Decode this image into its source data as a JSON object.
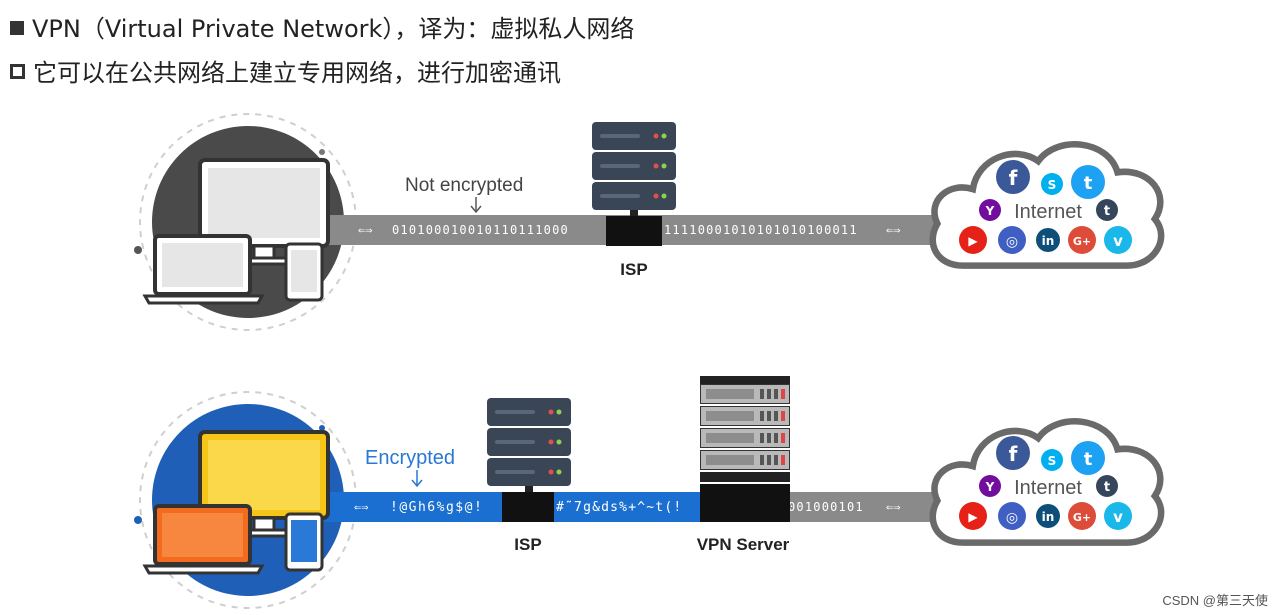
{
  "header": {
    "line1": {
      "bullet": "filled-square",
      "text": "VPN（Virtual Private Network），译为：虚拟私人网络"
    },
    "line2": {
      "bullet": "hollow-square",
      "text": "它可以在公共网络上建立专用网络，进行加密通讯"
    }
  },
  "top_row": {
    "tunnel_label": "Not encrypted",
    "left_arrow": "⇐⇒",
    "bits_left": "010100010010110111000",
    "bits_right": "11110001010101010100011",
    "right_arrow": "⇐⇒",
    "isp_label": "ISP",
    "cloud_label": "Internet"
  },
  "bottom_row": {
    "tunnel_label": "Encrypted",
    "left_arrow": "⇐⇒",
    "cipher_left": "!@Gh6%g$@!",
    "cipher_mid": "#˜7g&ds%+^~t(!",
    "bits_right": "001000101",
    "right_arrow": "⇐⇒",
    "isp_label": "ISP",
    "vpn_server_label": "VPN Server",
    "cloud_label": "Internet"
  },
  "social_icons": {
    "facebook": "f",
    "skype": "S",
    "twitter": "t",
    "yahoo": "Y",
    "tumblr": "t",
    "youtube": "▶",
    "instagram": "◎",
    "linkedin": "in",
    "googleplus": "G+",
    "vimeo": "v"
  },
  "colors": {
    "tunnel_gray": "#8a8a8a",
    "tunnel_blue": "#1a6fd0",
    "encrypted_text": "#2878d4",
    "server_dark": "#3a4656",
    "monitor_yellow": "#f5c518",
    "laptop_orange": "#f36b1c",
    "tablet_blue": "#2a79d6",
    "circle_blue": "#1f5fb8"
  },
  "watermark": "CSDN @第三天使"
}
